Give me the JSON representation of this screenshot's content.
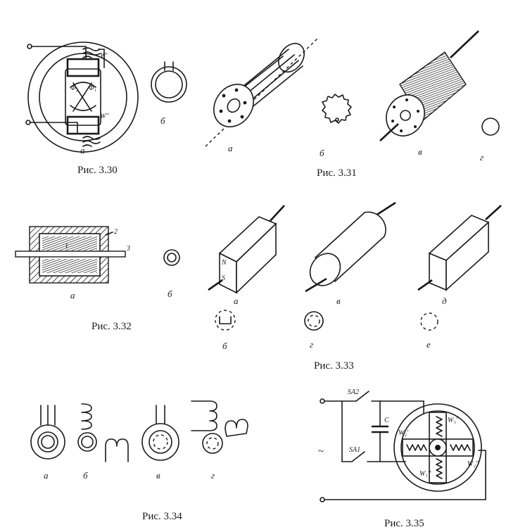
{
  "figures": {
    "fig_3_30": {
      "caption": "Рис. 3.30",
      "sub_a": "а",
      "sub_b": "б",
      "winding_1": "W'",
      "winding_2": "W''",
      "flux_1": "Φ₁",
      "flux_2": "Φ₂"
    },
    "fig_3_31": {
      "caption": "Рис. 3.31",
      "sub_a": "а",
      "sub_b": "б",
      "sub_v": "в",
      "sub_g": "г"
    },
    "fig_3_32": {
      "caption": "Рис. 3.32",
      "sub_a": "а",
      "sub_b": "б",
      "part_1": "1",
      "part_2": "2",
      "part_3": "3"
    },
    "fig_3_33": {
      "caption": "Рис. 3.33",
      "sub_a": "а",
      "sub_b": "б",
      "sub_v": "в",
      "sub_g": "г",
      "sub_d": "д",
      "sub_e": "е",
      "pole_n": "N",
      "pole_s": "S"
    },
    "fig_3_34": {
      "caption": "Рис. 3.34",
      "sub_a": "а",
      "sub_b": "б",
      "sub_v": "в",
      "sub_g": "г"
    },
    "fig_3_35": {
      "caption": "Рис. 3.35",
      "switch_1": "SA1",
      "switch_2": "SA2",
      "capacitor": "C",
      "ac_symbol": "~",
      "w1": "W₁'",
      "w1b": "W₁''",
      "w2": "W₂'",
      "w2b": "W₂''"
    }
  }
}
